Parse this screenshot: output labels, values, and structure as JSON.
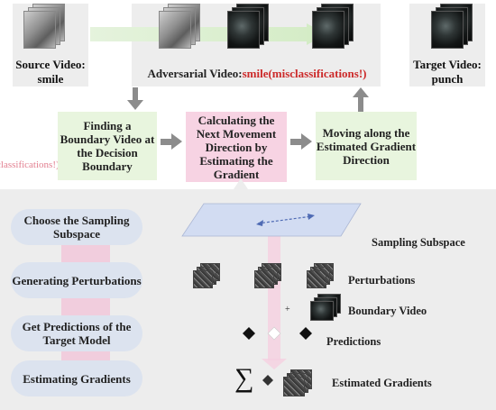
{
  "top": {
    "source_label": "Source Video: smile",
    "adversarial_prefix": "Adversarial  Video:",
    "adversarial_suffix": "smile(misclassifications!)",
    "target_label": "Target Video: punch",
    "clipped_fragment": "classifications!)"
  },
  "process": {
    "box1": "Finding a Boundary Video at the Decision Boundary",
    "box2": "Calculating the Next Movement Direction by Estimating the Gradient",
    "box3": "Moving along the Estimated Gradient Direction"
  },
  "steps": [
    {
      "label": "Choose the Sampling Subspace"
    },
    {
      "label": "Generating Perturbations"
    },
    {
      "label": "Get Predictions of the Target Model"
    },
    {
      "label": "Estimating Gradients"
    }
  ],
  "right_labels": {
    "sampling_subspace": "Sampling Subspace",
    "perturbations": "Perturbations",
    "boundary_video": "Boundary Video",
    "predictions": "Predictions",
    "estimated_gradients": "Estimated Gradients"
  },
  "symbols": {
    "sum": "∑",
    "plus": "+"
  },
  "colors": {
    "panel_bg": "#ededed",
    "box_green": "#e8f5de",
    "box_pink": "#f7d3e3",
    "step_blue": "#dce3ef",
    "adversarial_red": "#cc2a2a",
    "arrow_gray": "#8c8c8c",
    "arrow_pink": "#f2b8d2",
    "subspace_blue": "#d2dcf2"
  }
}
